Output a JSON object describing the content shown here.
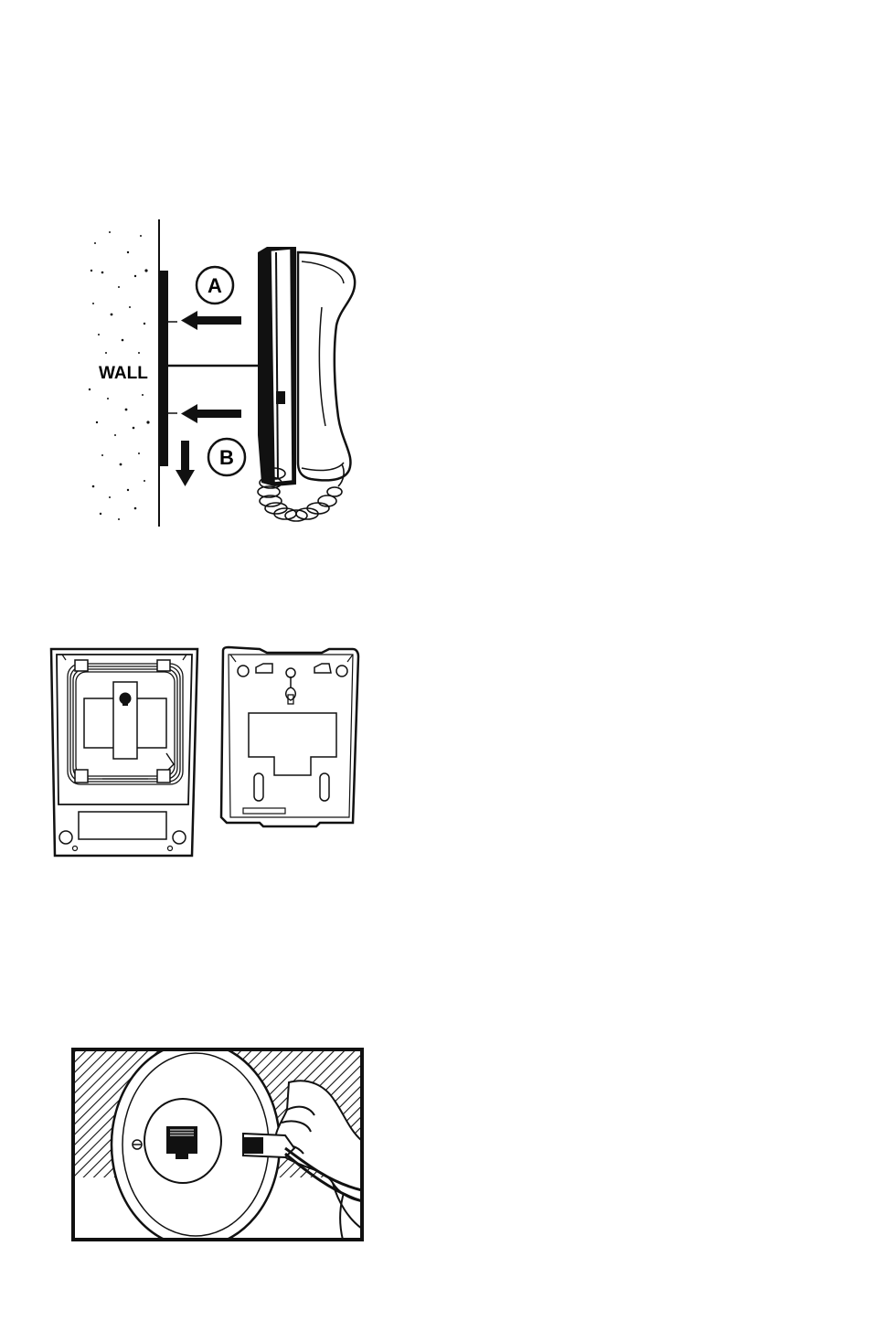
{
  "figure_wall_mount": {
    "wall_label": "WALL",
    "step_a_label": "A",
    "step_b_label": "B"
  },
  "colors": {
    "ink": "#111111",
    "paper": "#ffffff"
  }
}
